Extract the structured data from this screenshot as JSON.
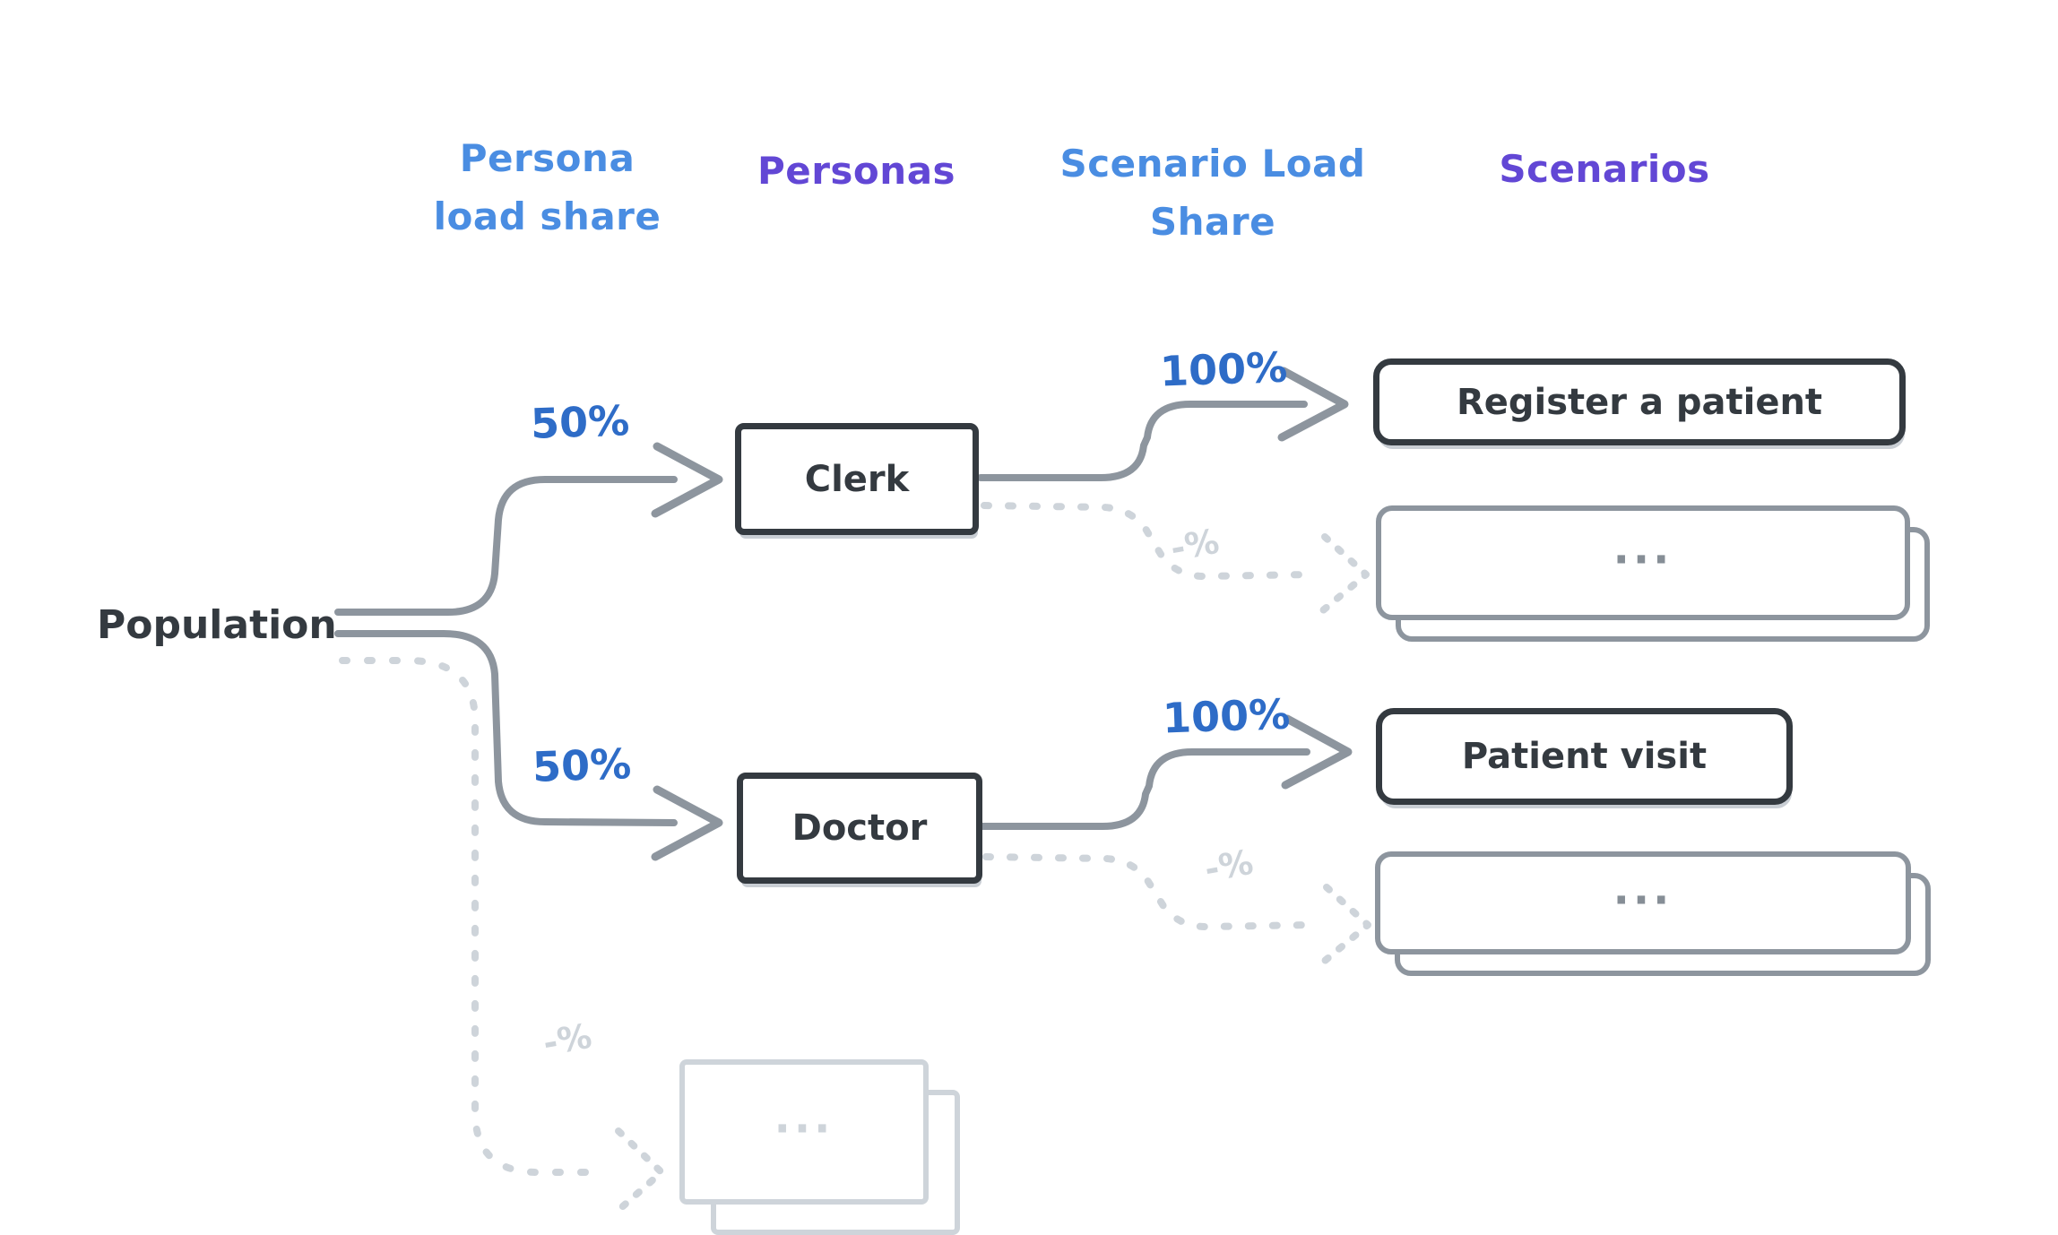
{
  "diagram": {
    "columns": {
      "persona_load_share": {
        "line1": "Persona",
        "line2": "load share"
      },
      "personas": "Personas",
      "scenario_load_share": {
        "line1": "Scenario Load",
        "line2": "Share"
      },
      "scenarios": "Scenarios"
    },
    "population": {
      "label": "Population"
    },
    "flows": [
      {
        "persona": "Clerk",
        "persona_load_share": "50%",
        "scenario_load_share": "100%",
        "scenario": "Register a patient",
        "other_share": "-%",
        "other_scenarios": "..."
      },
      {
        "persona": "Doctor",
        "persona_load_share": "50%",
        "scenario_load_share": "100%",
        "scenario": "Patient visit",
        "other_share": "-%",
        "other_scenarios": "..."
      }
    ],
    "other_personas": {
      "share": "-%",
      "label": "..."
    }
  },
  "colors": {
    "header_blue": "#4a8de2",
    "header_purple": "#6247d5",
    "percent_blue": "#2e6cc7",
    "node_dark": "#343a40",
    "connector_gray": "#8d959e",
    "dotted_light_gray": "#ced4da",
    "background": "#ffffff"
  }
}
